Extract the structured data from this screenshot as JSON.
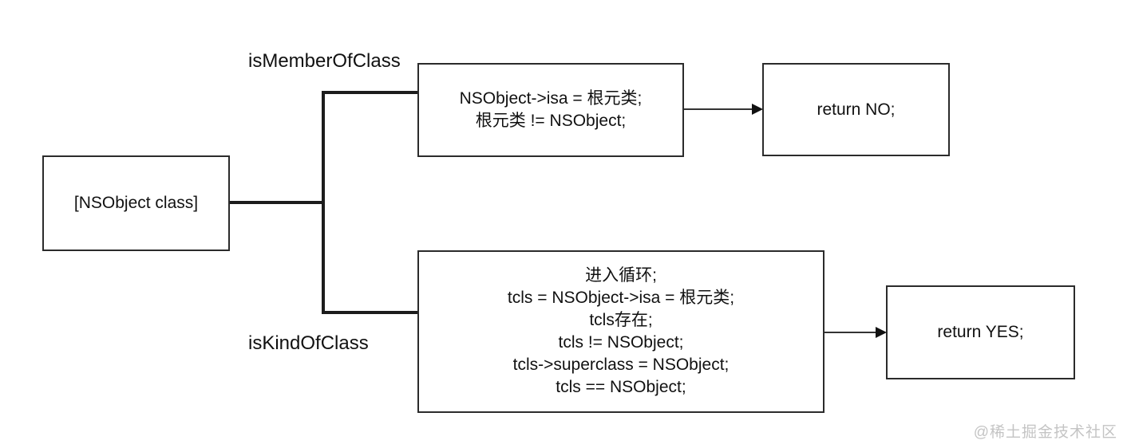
{
  "colors": {
    "background": "#ffffff",
    "line": "#1c1c1c",
    "border": "#2b2b2b",
    "text": "#111111",
    "watermark": "#c4c4c4"
  },
  "root_node": {
    "label": "[NSObject class]"
  },
  "branches": {
    "member": {
      "method_label": "isMemberOfClass",
      "condition_lines": [
        "NSObject->isa = 根元类;",
        "根元类 != NSObject;"
      ],
      "result_label": "return NO;"
    },
    "kind": {
      "method_label": "isKindOfClass",
      "condition_lines": [
        "进入循环;",
        "tcls = NSObject->isa = 根元类;",
        "tcls存在;",
        "tcls != NSObject;",
        "tcls->superclass = NSObject;",
        "tcls == NSObject;"
      ],
      "result_label": "return YES;"
    }
  },
  "watermark": "@稀土掘金技术社区"
}
